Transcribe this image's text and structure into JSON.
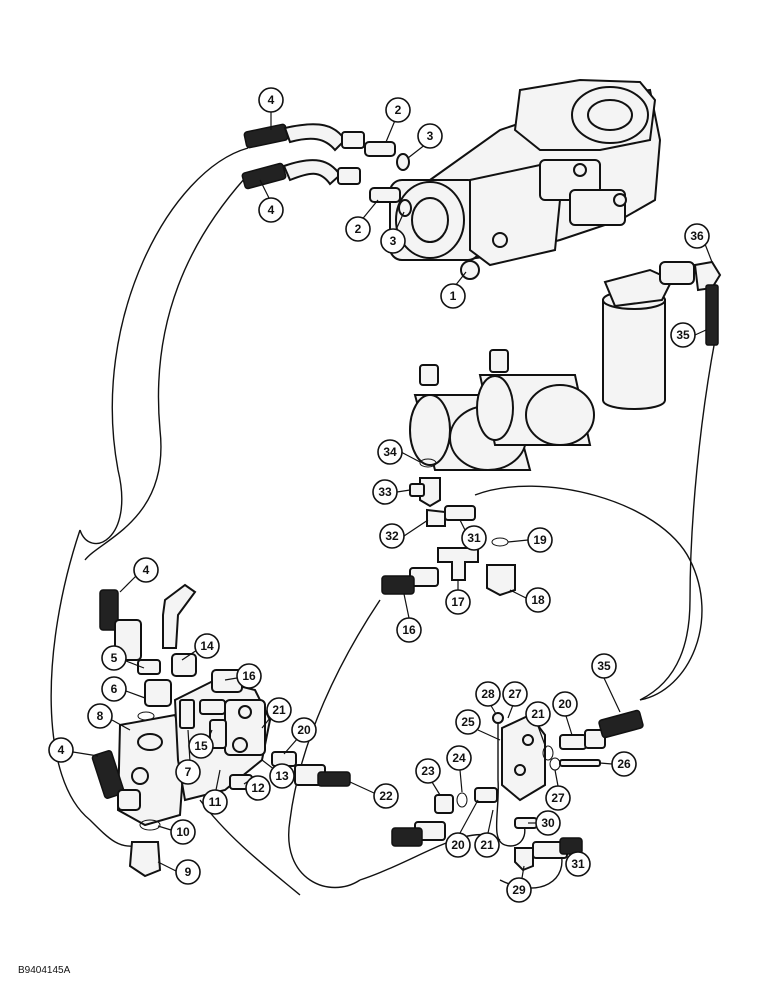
{
  "drawing_code": "B9404145A",
  "callouts": [
    {
      "label": "4"
    },
    {
      "label": "2"
    },
    {
      "label": "3"
    },
    {
      "label": "4"
    },
    {
      "label": "2"
    },
    {
      "label": "3"
    },
    {
      "label": "1"
    },
    {
      "label": "36"
    },
    {
      "label": "35"
    },
    {
      "label": "34"
    },
    {
      "label": "33"
    },
    {
      "label": "32"
    },
    {
      "label": "31"
    },
    {
      "label": "19"
    },
    {
      "label": "17"
    },
    {
      "label": "18"
    },
    {
      "label": "16"
    },
    {
      "label": "4"
    },
    {
      "label": "14"
    },
    {
      "label": "5"
    },
    {
      "label": "16"
    },
    {
      "label": "6"
    },
    {
      "label": "8"
    },
    {
      "label": "21"
    },
    {
      "label": "20"
    },
    {
      "label": "4"
    },
    {
      "label": "15"
    },
    {
      "label": "7"
    },
    {
      "label": "12"
    },
    {
      "label": "13"
    },
    {
      "label": "11"
    },
    {
      "label": "22"
    },
    {
      "label": "10"
    },
    {
      "label": "9"
    },
    {
      "label": "28"
    },
    {
      "label": "27"
    },
    {
      "label": "35"
    },
    {
      "label": "25"
    },
    {
      "label": "21"
    },
    {
      "label": "20"
    },
    {
      "label": "24"
    },
    {
      "label": "23"
    },
    {
      "label": "26"
    },
    {
      "label": "27"
    },
    {
      "label": "20"
    },
    {
      "label": "21"
    },
    {
      "label": "30"
    },
    {
      "label": "31"
    },
    {
      "label": "29"
    }
  ]
}
